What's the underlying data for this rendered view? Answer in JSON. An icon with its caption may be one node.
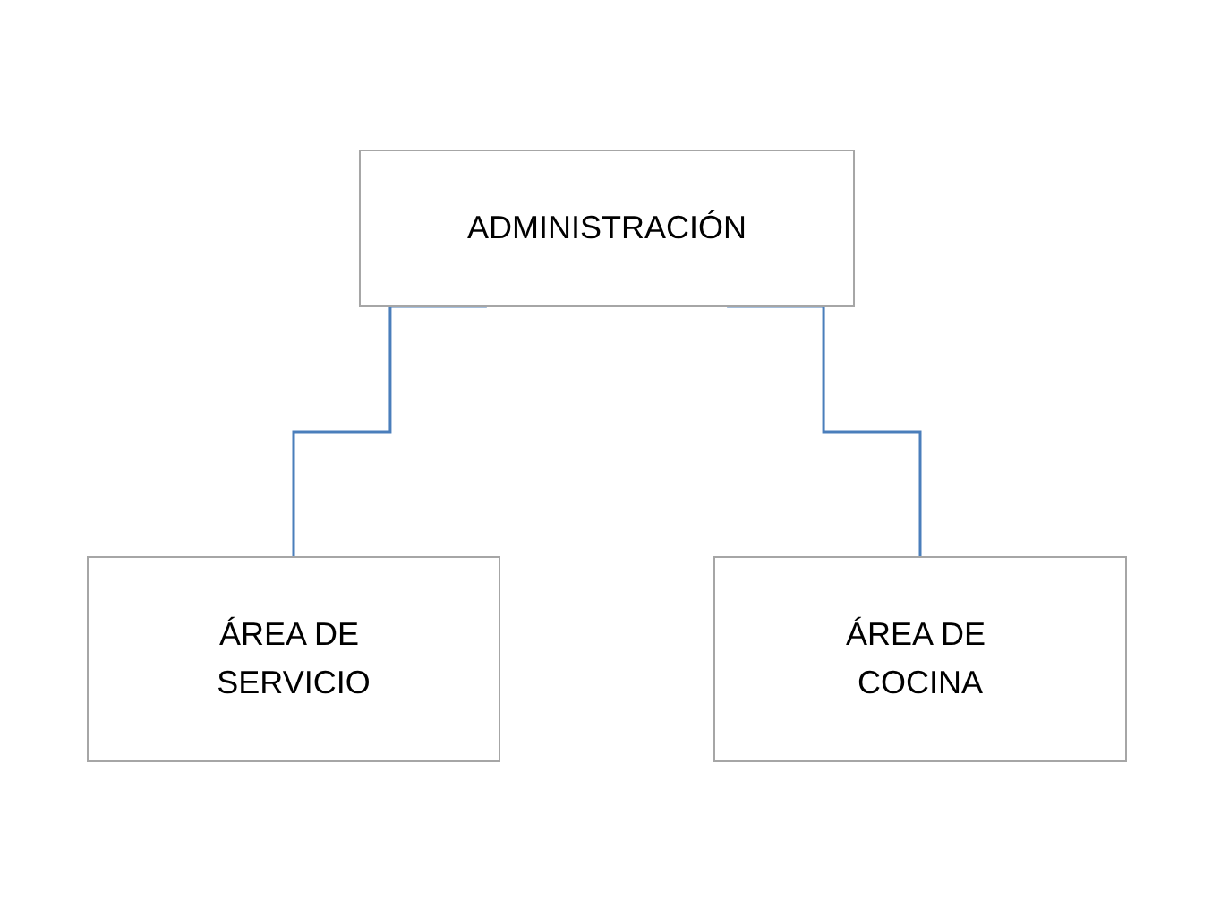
{
  "diagram": {
    "nodes": [
      {
        "text": [
          "ADMINISTRACIÓN"
        ]
      },
      {
        "text": [
          "ÁREA DE SERVICIO"
        ]
      },
      {
        "text": [
          "ÁREA DE COCINA"
        ]
      }
    ],
    "edges": [
      {
        "from": 0,
        "to": 1,
        "arrow": "none"
      },
      {
        "from": 0,
        "to": 2,
        "arrow": "none"
      }
    ]
  }
}
